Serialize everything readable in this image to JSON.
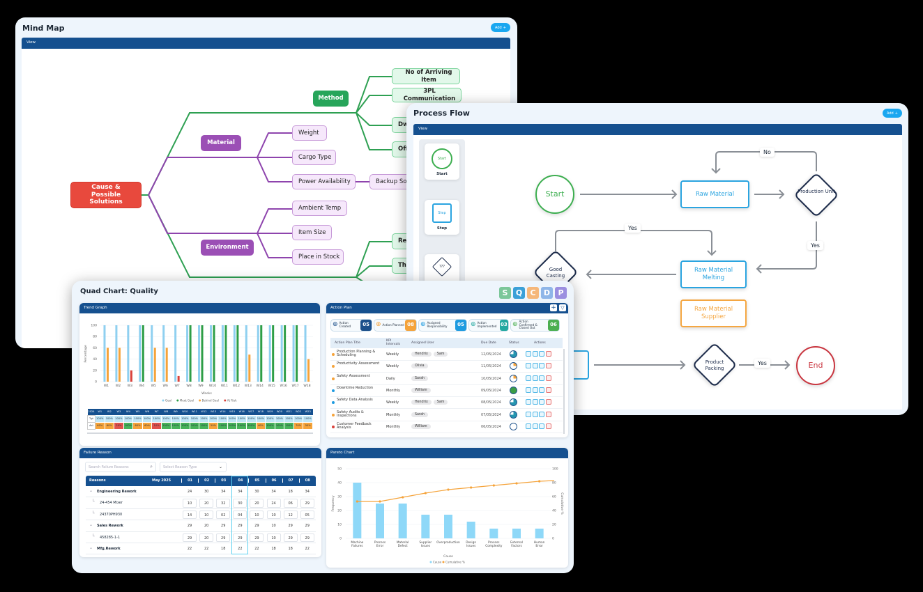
{
  "mind_map": {
    "title": "Mind Map",
    "add_label": "Add",
    "view_label": "View",
    "root": "Cause & Possible Solutions",
    "categories": {
      "method": "Method",
      "material": "Material",
      "environment": "Environment"
    },
    "material_items": [
      "Weight",
      "Cargo Type",
      "Power Availability"
    ],
    "power_child": "Backup So",
    "environment_items": [
      "Ambient Temp",
      "Item Size",
      "Place in Stock"
    ],
    "method_items": [
      "No of Arriving Item",
      "3PL Communication",
      "Dw",
      "Off"
    ],
    "lower_green_items": [
      "Re",
      "Th"
    ],
    "colors": {
      "root": "#e8493d",
      "green": "#27a55a",
      "purple": "#9b4fb5"
    }
  },
  "process_flow": {
    "title": "Process Flow",
    "add_label": "Add",
    "view_label": "View",
    "palette": [
      {
        "shape": "circle",
        "inner": "Start",
        "label": "Start"
      },
      {
        "shape": "rect",
        "inner": "Step",
        "label": "Step"
      },
      {
        "shape": "diamond",
        "inner": "???",
        "label": ""
      }
    ],
    "nodes": {
      "start": "Start",
      "raw_material": "Raw Material",
      "production_unit": "Production Unit",
      "raw_material_melting": "Raw Material Melting",
      "good_casting": "Good Casting",
      "raw_material_supplier": "Raw Material Supplier",
      "product_packing": "Product Packing",
      "end": "End"
    },
    "edge_labels": {
      "no": "No",
      "yes_pu": "Yes",
      "yes_gc": "Yes",
      "yes_pp": "Yes"
    }
  },
  "quad_chart": {
    "title": "Quad Chart: Quality",
    "sqcdp": [
      "S",
      "Q",
      "C",
      "D",
      "P"
    ],
    "sqcdp_colors": [
      "#7cc79a",
      "#3aa0d8",
      "#f5b77a",
      "#8fb6e8",
      "#9b8fe0"
    ],
    "trend": {
      "header": "Trend Graph",
      "table": {
        "corner": "2024",
        "weeks": [
          "W1",
          "W2",
          "W3",
          "W4",
          "W5",
          "W6",
          "W7",
          "W8",
          "W9",
          "W10",
          "W11",
          "W12",
          "W13",
          "W14",
          "W15",
          "W16",
          "W17",
          "W18",
          "W19",
          "W20",
          "W21",
          "W22",
          "W23"
        ],
        "target_label": "Tgt",
        "actual_label": "Act",
        "target": [
          "100%",
          "100%",
          "100%",
          "100%",
          "100%",
          "100%",
          "100%",
          "100%",
          "100%",
          "100%",
          "100%",
          "100%",
          "100%",
          "100%",
          "100%",
          "100%",
          "100%",
          "100%",
          "100%",
          "100%",
          "100%",
          "100%",
          "100%"
        ],
        "actual": [
          "60%",
          "60%",
          "20%",
          "100%",
          "60%",
          "60%",
          "10%",
          "100%",
          "100%",
          "100%",
          "100%",
          "100%",
          "50%",
          "100%",
          "100%",
          "100%",
          "100%",
          "40%",
          "100%",
          "100%",
          "100%",
          "70%",
          "50%"
        ],
        "actual_status": [
          "behind",
          "behind",
          "risk",
          "meet",
          "behind",
          "behind",
          "risk",
          "meet",
          "meet",
          "meet",
          "meet",
          "meet",
          "behind",
          "meet",
          "meet",
          "meet",
          "meet",
          "behind",
          "meet",
          "meet",
          "meet",
          "behind",
          "behind"
        ]
      }
    },
    "action_plan": {
      "header": "Action Plan",
      "stats": [
        {
          "label": "Action Created",
          "value": "05",
          "color": "#1b4f8a"
        },
        {
          "label": "Action Planned",
          "value": "08",
          "color": "#f5a33a"
        },
        {
          "label": "Assigned Responsibility",
          "value": "05",
          "color": "#1e9be0"
        },
        {
          "label": "Action Implemented",
          "value": "03",
          "color": "#23a8a0"
        },
        {
          "label": "Action Confirmed & Closed Out",
          "value": "06",
          "color": "#4caf50"
        }
      ],
      "columns": [
        "Action Plan Title",
        "KPI Intervals",
        "Assigned User",
        "Due Date",
        "Status",
        "Actions"
      ],
      "rows": [
        {
          "title": "Production Planning & Scheduling",
          "interval": "Weekly",
          "users": [
            "Hendrix",
            "Sam"
          ],
          "due": "12/05/2024",
          "status": 0.75,
          "dot": "#f5a33a"
        },
        {
          "title": "Productivity Assessment",
          "interval": "Weekly",
          "users": [
            "Olivia"
          ],
          "due": "11/05/2024",
          "status": 0.25,
          "dot": "#f5a33a"
        },
        {
          "title": "Safety Assessment",
          "interval": "Daily",
          "users": [
            "Sarah"
          ],
          "due": "10/05/2024",
          "status": 0.25,
          "dot": "#f5a33a"
        },
        {
          "title": "Downtime Reduction",
          "interval": "Monthly",
          "users": [
            "William"
          ],
          "due": "09/05/2024",
          "status": 1,
          "dot": "#1e9be0"
        },
        {
          "title": "Safety Data Analysis",
          "interval": "Weekly",
          "users": [
            "Hendrix",
            "Sam"
          ],
          "due": "08/05/2024",
          "status": 0.75,
          "dot": "#1e9be0"
        },
        {
          "title": "Safety Audits & Inspections",
          "interval": "Monthly",
          "users": [
            "Sarah"
          ],
          "due": "07/05/2024",
          "status": 0.75,
          "dot": "#f5a33a"
        },
        {
          "title": "Customer Feedback Analysis",
          "interval": "Monthly",
          "users": [
            "William"
          ],
          "due": "06/05/2024",
          "status": 0,
          "dot": "#d9413a"
        }
      ]
    },
    "failure_reason": {
      "header": "Failure Reason",
      "search_placeholder": "Search Failure Reasons",
      "select_placeholder": "Select Reason Type",
      "col_reasons": "Reasons",
      "col_month": "May 2025",
      "days": [
        "01",
        "02",
        "03",
        "04",
        "05",
        "06",
        "07",
        "08"
      ],
      "rows": [
        {
          "name": "Engineering Rework",
          "group": true,
          "values": [
            "24",
            "30",
            "34",
            "34",
            "30",
            "34",
            "18",
            "34"
          ]
        },
        {
          "name": "24-454 Mixer",
          "group": false,
          "values": [
            "10",
            "20",
            "32",
            "30",
            "20",
            "24",
            "06",
            "29"
          ]
        },
        {
          "name": "24370PH930",
          "group": false,
          "values": [
            "14",
            "10",
            "02",
            "04",
            "10",
            "10",
            "12",
            "05"
          ]
        },
        {
          "name": "Sales Rework",
          "group": true,
          "values": [
            "29",
            "20",
            "29",
            "29",
            "29",
            "10",
            "29",
            "29"
          ]
        },
        {
          "name": "458285-1-1",
          "group": false,
          "values": [
            "29",
            "20",
            "29",
            "29",
            "29",
            "10",
            "29",
            "29"
          ]
        },
        {
          "name": "Mfg.Rework",
          "group": true,
          "values": [
            "22",
            "22",
            "18",
            "22",
            "22",
            "18",
            "18",
            "22"
          ]
        }
      ]
    }
  },
  "chart_data": [
    {
      "type": "bar",
      "title": "",
      "xlabel": "Weeks",
      "ylabel": "Percentage",
      "ylim": [
        0,
        100
      ],
      "yticks": [
        0,
        20,
        40,
        60,
        80,
        100
      ],
      "grid": true,
      "legend": "bottom",
      "categories": [
        "W1",
        "W2",
        "W3",
        "W4",
        "W5",
        "W6",
        "W7",
        "W8",
        "W9",
        "W10",
        "W11",
        "W12",
        "W13",
        "W14",
        "W15",
        "W16",
        "W17",
        "W18"
      ],
      "series": [
        {
          "name": "Goal",
          "color": "#8fd0f0",
          "values": [
            100,
            100,
            100,
            100,
            100,
            100,
            100,
            100,
            100,
            100,
            100,
            100,
            100,
            100,
            100,
            100,
            100,
            100
          ]
        },
        {
          "name": "Actual",
          "values": [
            60,
            60,
            20,
            100,
            60,
            60,
            10,
            100,
            100,
            100,
            100,
            100,
            48,
            100,
            100,
            100,
            100,
            40
          ],
          "status": [
            "Behind Goal",
            "Behind Goal",
            "At Risk",
            "Meet Goal",
            "Behind Goal",
            "Behind Goal",
            "At Risk",
            "Meet Goal",
            "Meet Goal",
            "Meet Goal",
            "Meet Goal",
            "Meet Goal",
            "Behind Goal",
            "Meet Goal",
            "Meet Goal",
            "Meet Goal",
            "Meet Goal",
            "Behind Goal"
          ]
        }
      ],
      "legend_entries": [
        {
          "name": "Goal",
          "color": "#8fd0f0"
        },
        {
          "name": "Meet Goal",
          "color": "#2e9e47"
        },
        {
          "name": "Behind Goal",
          "color": "#f5a33a"
        },
        {
          "name": "At Risk",
          "color": "#d9413a"
        }
      ]
    },
    {
      "type": "bar+line",
      "title": "Pareto Chart",
      "xlabel": "Cause",
      "ylabel": "Frequency",
      "y2label": "Cumulative %",
      "ylim": [
        0,
        50
      ],
      "y2lim": [
        0,
        100
      ],
      "yticks": [
        0,
        10,
        20,
        30,
        40,
        50
      ],
      "y2ticks": [
        0,
        20,
        40,
        60,
        80,
        100
      ],
      "grid": true,
      "legend": "bottom",
      "categories": [
        "Machine Failures",
        "Process Error",
        "Material Defect",
        "Supplier Issues",
        "Overproduction",
        "Design Issues",
        "Process Complexity",
        "External Factors",
        "Human Error"
      ],
      "series": [
        {
          "name": "Cause",
          "type": "bar",
          "color": "#8ed8f8",
          "values": [
            40,
            25,
            25,
            17,
            17,
            12,
            7,
            7,
            7
          ]
        },
        {
          "name": "Cumulative %",
          "type": "line",
          "color": "#f5a33a",
          "values": [
            53,
            53,
            59,
            65,
            70,
            73,
            76,
            79,
            82
          ]
        }
      ]
    }
  ]
}
